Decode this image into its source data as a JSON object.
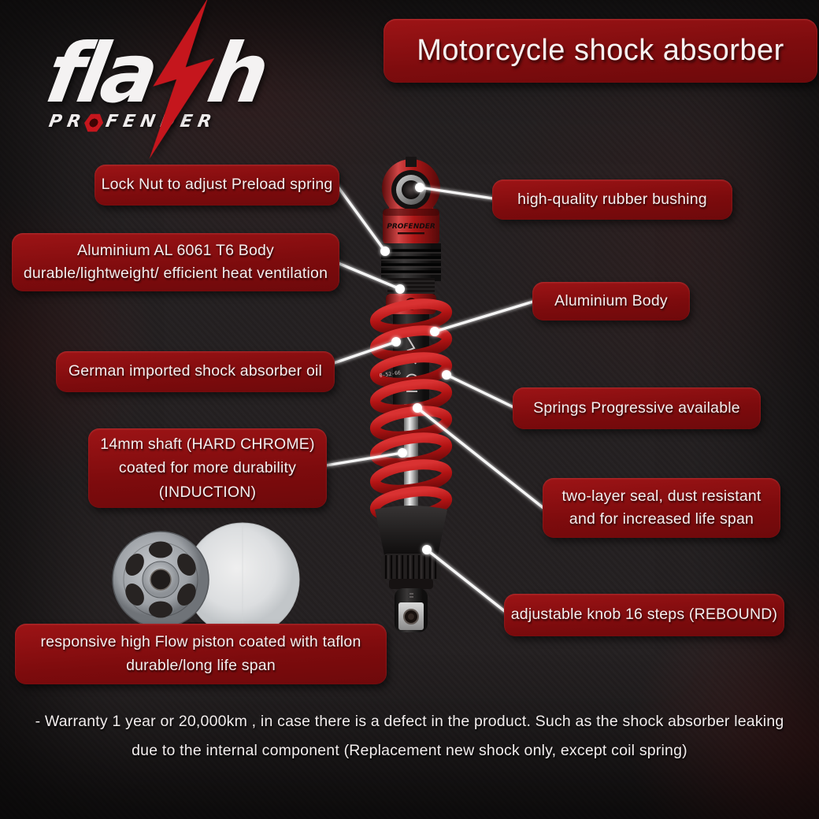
{
  "brand": {
    "logo_main_pre": "fla",
    "logo_main_post": "h",
    "logo_sub_pre": "PR",
    "logo_sub_post": "FENDER",
    "accent_color": "#c5161d"
  },
  "header": {
    "title": "Motorcycle shock absorber",
    "banner_color": "#8d0f11"
  },
  "product": {
    "cap_brand": "PROFENDER",
    "spring_marking": "0-52-66",
    "spring_color": "#c01a1a"
  },
  "callouts": {
    "lock_nut": "Lock Nut to adjust Preload spring",
    "rubber_bushing": "high-quality rubber bushing",
    "aluminium_body_detail": "Aluminium AL 6061 T6 Body\ndurable/lightweight/ efficient heat ventilation",
    "aluminium_body": "Aluminium Body",
    "german_oil": "German imported shock absorber oil",
    "springs_progressive": "Springs Progressive available",
    "shaft": "14mm shaft (HARD CHROME)\ncoated for more durability\n(INDUCTION)",
    "seal": "two-layer seal, dust resistant\nand for increased life span",
    "rebound_knob": "adjustable knob 16 steps (REBOUND)",
    "piston": "responsive high Flow piston coated with taflon\ndurable/long life span"
  },
  "footer": {
    "warranty": "- Warranty 1 year or 20,000km , in case there is a defect in the product. Such as the shock absorber leaking\ndue to the internal component (Replacement new shock only, except coil spring)"
  }
}
